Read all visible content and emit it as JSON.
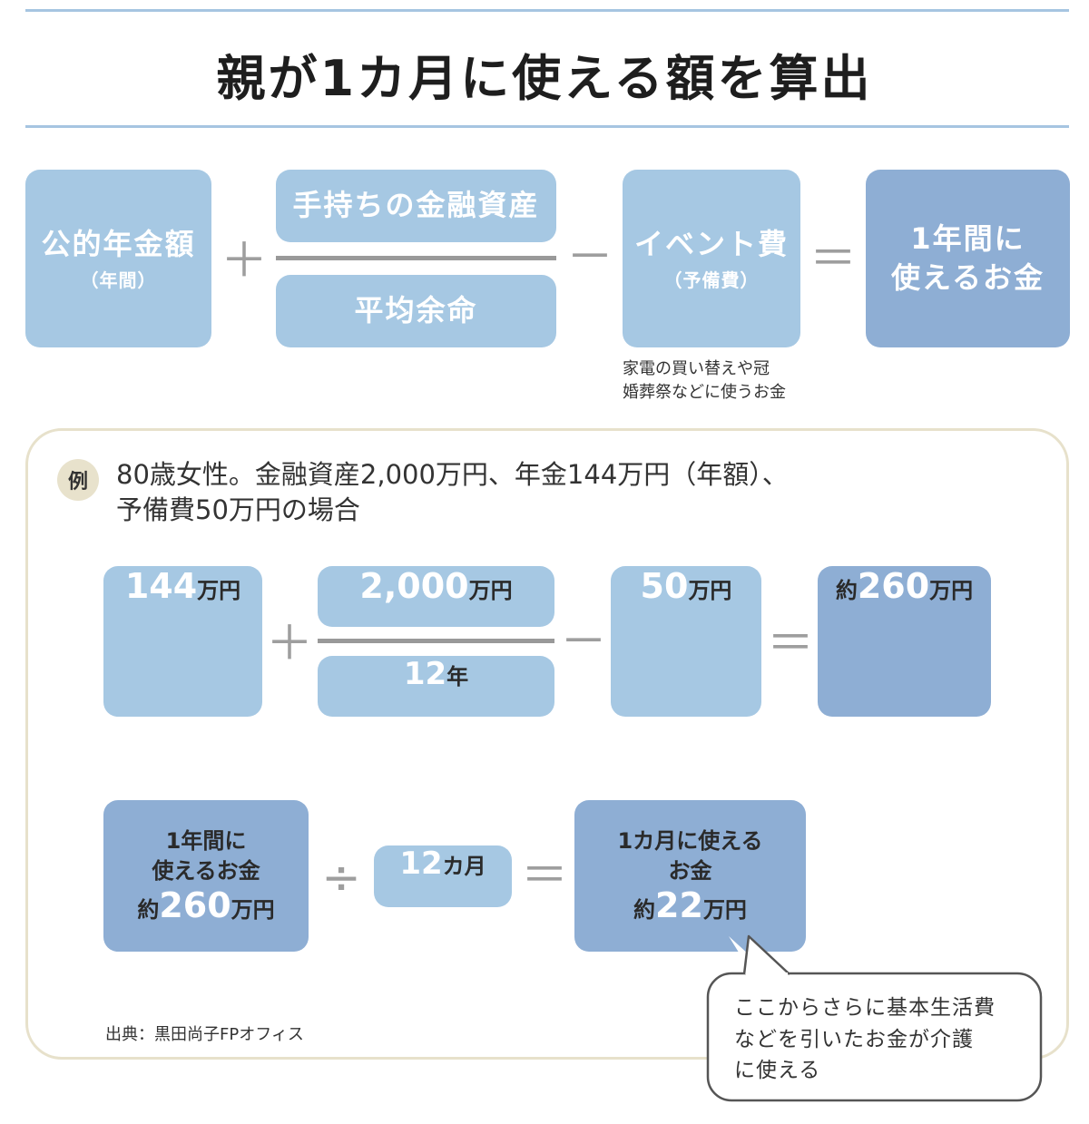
{
  "title": "親が1カ月に使える額を算出",
  "formula": {
    "pension": {
      "label": "公的年金額",
      "sub": "（年間）"
    },
    "plus": "＋",
    "assets": "手持ちの金融資産",
    "life": "平均余命",
    "minus": "－",
    "event": {
      "label": "イベント費",
      "sub": "（予備費）"
    },
    "equals": "＝",
    "result": {
      "line1": "1年間に",
      "line2": "使えるお金"
    },
    "event_note": {
      "line1": "家電の買い替えや冠",
      "line2": "婚葬祭などに使うお金"
    }
  },
  "example": {
    "badge": "例",
    "line1": "80歳女性。金融資産2,000万円、年金144万円（年額）、",
    "line2": "予備費50万円の場合",
    "row1": {
      "pension_num": "144",
      "pension_unit": "万円",
      "plus": "＋",
      "assets_num": "2,000",
      "assets_unit": "万円",
      "years_num": "12",
      "years_unit": "年",
      "minus": "－",
      "reserve_num": "50",
      "reserve_unit": "万円",
      "equals": "＝",
      "result_pre": "約",
      "result_num": "260",
      "result_unit": "万円"
    },
    "row2": {
      "annual_line1": "1年間に",
      "annual_line2": "使えるお金",
      "annual_pre": "約",
      "annual_num": "260",
      "annual_unit": "万円",
      "divide": "÷",
      "months_num": "12",
      "months_unit": "カ月",
      "equals": "＝",
      "monthly_line1": "1カ月に使える",
      "monthly_line2": "お金",
      "monthly_pre": "約",
      "monthly_num": "22",
      "monthly_unit": "万円"
    },
    "source": "出典：黒田尚子FPオフィス",
    "bubble": {
      "line1": "ここからさらに基本生活費",
      "line2": "などを引いたお金が介護",
      "line3": "に使える"
    }
  },
  "colors": {
    "light_box": "#a6c8e3",
    "dark_box": "#8eaed4",
    "rule": "#a6c5e1",
    "panel_border": "#e7e1cb",
    "operator": "#9e9e9e"
  }
}
